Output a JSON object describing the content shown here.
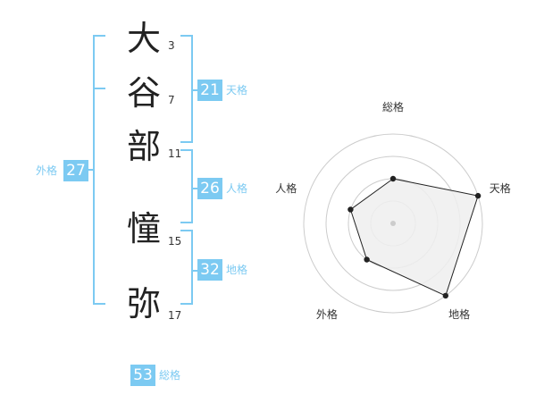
{
  "name": {
    "chars": [
      {
        "char": "大",
        "strokes": "3"
      },
      {
        "char": "谷",
        "strokes": "7"
      },
      {
        "char": "部",
        "strokes": "11"
      },
      {
        "char": "憧",
        "strokes": "15"
      },
      {
        "char": "弥",
        "strokes": "17"
      }
    ]
  },
  "fortunes": {
    "tenkaku": {
      "value": "21",
      "label": "天格"
    },
    "jinkaku": {
      "value": "26",
      "label": "人格"
    },
    "chikaku": {
      "value": "32",
      "label": "地格"
    },
    "gaikaku": {
      "value": "27",
      "label": "外格"
    },
    "soukaku": {
      "value": "53",
      "label": "総格"
    }
  },
  "chart_data": {
    "type": "radar",
    "axes": [
      "総格",
      "天格",
      "地格",
      "外格",
      "人格"
    ],
    "values": [
      2,
      4,
      4,
      2,
      2
    ],
    "range": [
      0,
      4
    ],
    "rings": 4,
    "colors": {
      "fill": "#efefef",
      "line": "#222222",
      "ring": "#cccccc",
      "center": "#cccccc"
    }
  },
  "colors": {
    "accent": "#7ccaf2"
  }
}
